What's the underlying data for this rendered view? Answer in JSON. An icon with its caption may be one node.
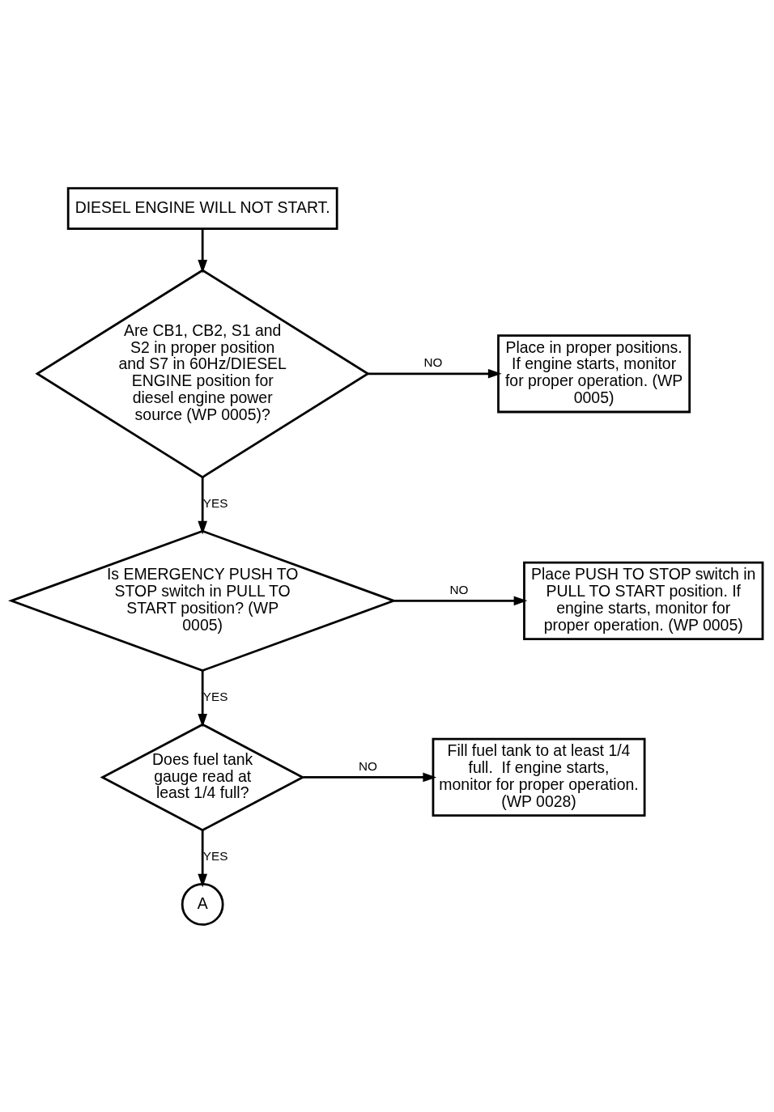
{
  "diagram": {
    "nodes": [
      {
        "text": [
          "DIESEL ENGINE WILL NOT START."
        ]
      },
      {
        "text": [
          "Are CB1, CB2, S1 and  S2 in proper position and S7 in 60Hz/DIESEL ENGINE position for diesel engine power source (WP 0005)?"
        ]
      },
      {
        "text": [
          "Place in proper positions. If engine starts, monitor for proper operation. (WP 0005)"
        ]
      },
      {
        "text": [
          "Is EMERGENCY PUSH TO STOP switch in PULL TO START position? (WP 0005)"
        ]
      },
      {
        "text": [
          "Place PUSH TO STOP switch in PULL TO START position. If engine starts, monitor for proper operation. (WP 0005)"
        ]
      },
      {
        "text": [
          "Does fuel tank gauge read at least 1/4 full?"
        ]
      },
      {
        "text": [
          "Fill fuel tank to at least 1/4 full.  If engine starts, monitor for proper operation. (WP 0028)"
        ]
      },
      {
        "text": [
          "A"
        ]
      }
    ],
    "edges": [
      {
        "from": 0,
        "to": 1,
        "arrow": "to"
      },
      {
        "from": 1,
        "to": 2,
        "arrow": "to",
        "label": "NO"
      },
      {
        "from": 1,
        "to": 3,
        "arrow": "to",
        "label": "YES"
      },
      {
        "from": 3,
        "to": 4,
        "arrow": "to",
        "label": "NO"
      },
      {
        "from": 3,
        "to": 5,
        "arrow": "to",
        "label": "YES"
      },
      {
        "from": 5,
        "to": 6,
        "arrow": "to",
        "label": "NO"
      },
      {
        "from": 5,
        "to": 7,
        "arrow": "to",
        "label": "YES"
      }
    ]
  }
}
